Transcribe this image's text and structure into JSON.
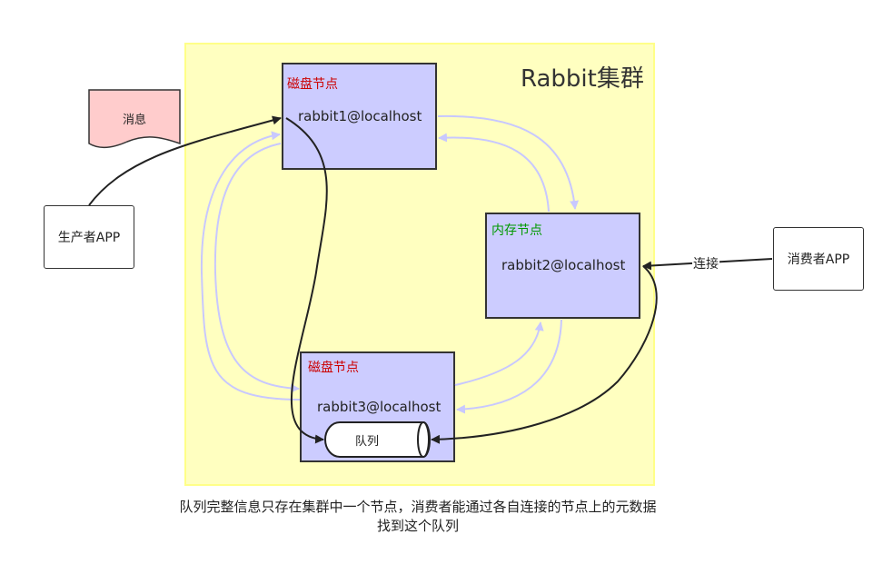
{
  "cluster": {
    "title": "Rabbit集群"
  },
  "nodes": [
    {
      "type": "磁盘节点",
      "host": "rabbit1@localhost"
    },
    {
      "type": "内存节点",
      "host": "rabbit2@localhost"
    },
    {
      "type": "磁盘节点",
      "host": "rabbit3@localhost"
    }
  ],
  "queue": {
    "label": "队列"
  },
  "message": {
    "label": "消息"
  },
  "producer": {
    "label": "生产者APP"
  },
  "consumer": {
    "label": "消费者APP"
  },
  "connection": {
    "label": "连接"
  },
  "caption": {
    "line1": "队列完整信息只存在集群中一个节点，消费者能通过各自连接的节点上的元数据",
    "line2": "找到这个队列"
  },
  "colors": {
    "cluster_fill": "#ffffc0",
    "node_fill": "#ccccff",
    "disk_label": "#cc0000",
    "memory_label": "#009900",
    "message_fill": "#ffcccc",
    "sync_arrow": "#c8c8ff"
  }
}
